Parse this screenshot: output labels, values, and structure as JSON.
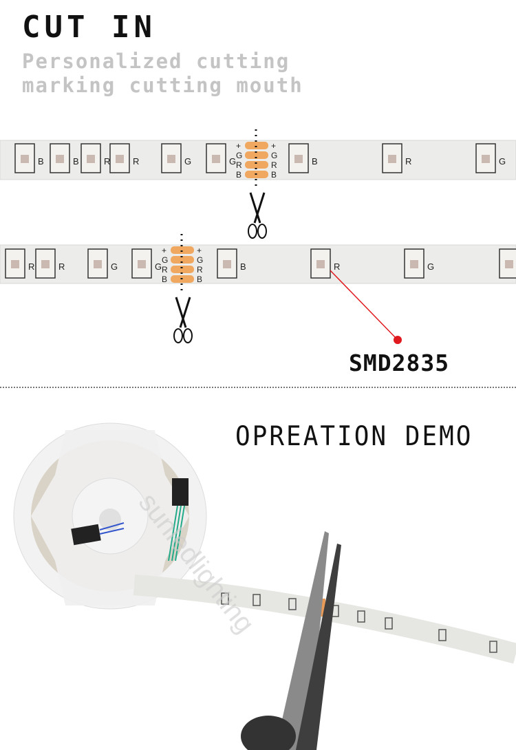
{
  "header": {
    "title": "CUT IN",
    "subtitle_lines": [
      "Personalized cutting",
      "marking cutting mouth"
    ]
  },
  "strip1": {
    "led_labels": [
      "B",
      "B",
      "R",
      "R",
      "G",
      "G",
      "B",
      "R",
      "G"
    ],
    "pad_labels": [
      "+",
      "G",
      "R",
      "B"
    ]
  },
  "strip2": {
    "led_labels": [
      "R",
      "R",
      "G",
      "G",
      "B",
      "R",
      "G"
    ],
    "pad_labels": [
      "+",
      "G",
      "R",
      "B"
    ]
  },
  "callout": {
    "label": "SMD2835",
    "color": "#e0191e"
  },
  "demo": {
    "title": "OPREATION DEMO",
    "watermark": "sunledlighting"
  },
  "colors": {
    "pad": "#f0a860",
    "strip": "#ececea"
  }
}
